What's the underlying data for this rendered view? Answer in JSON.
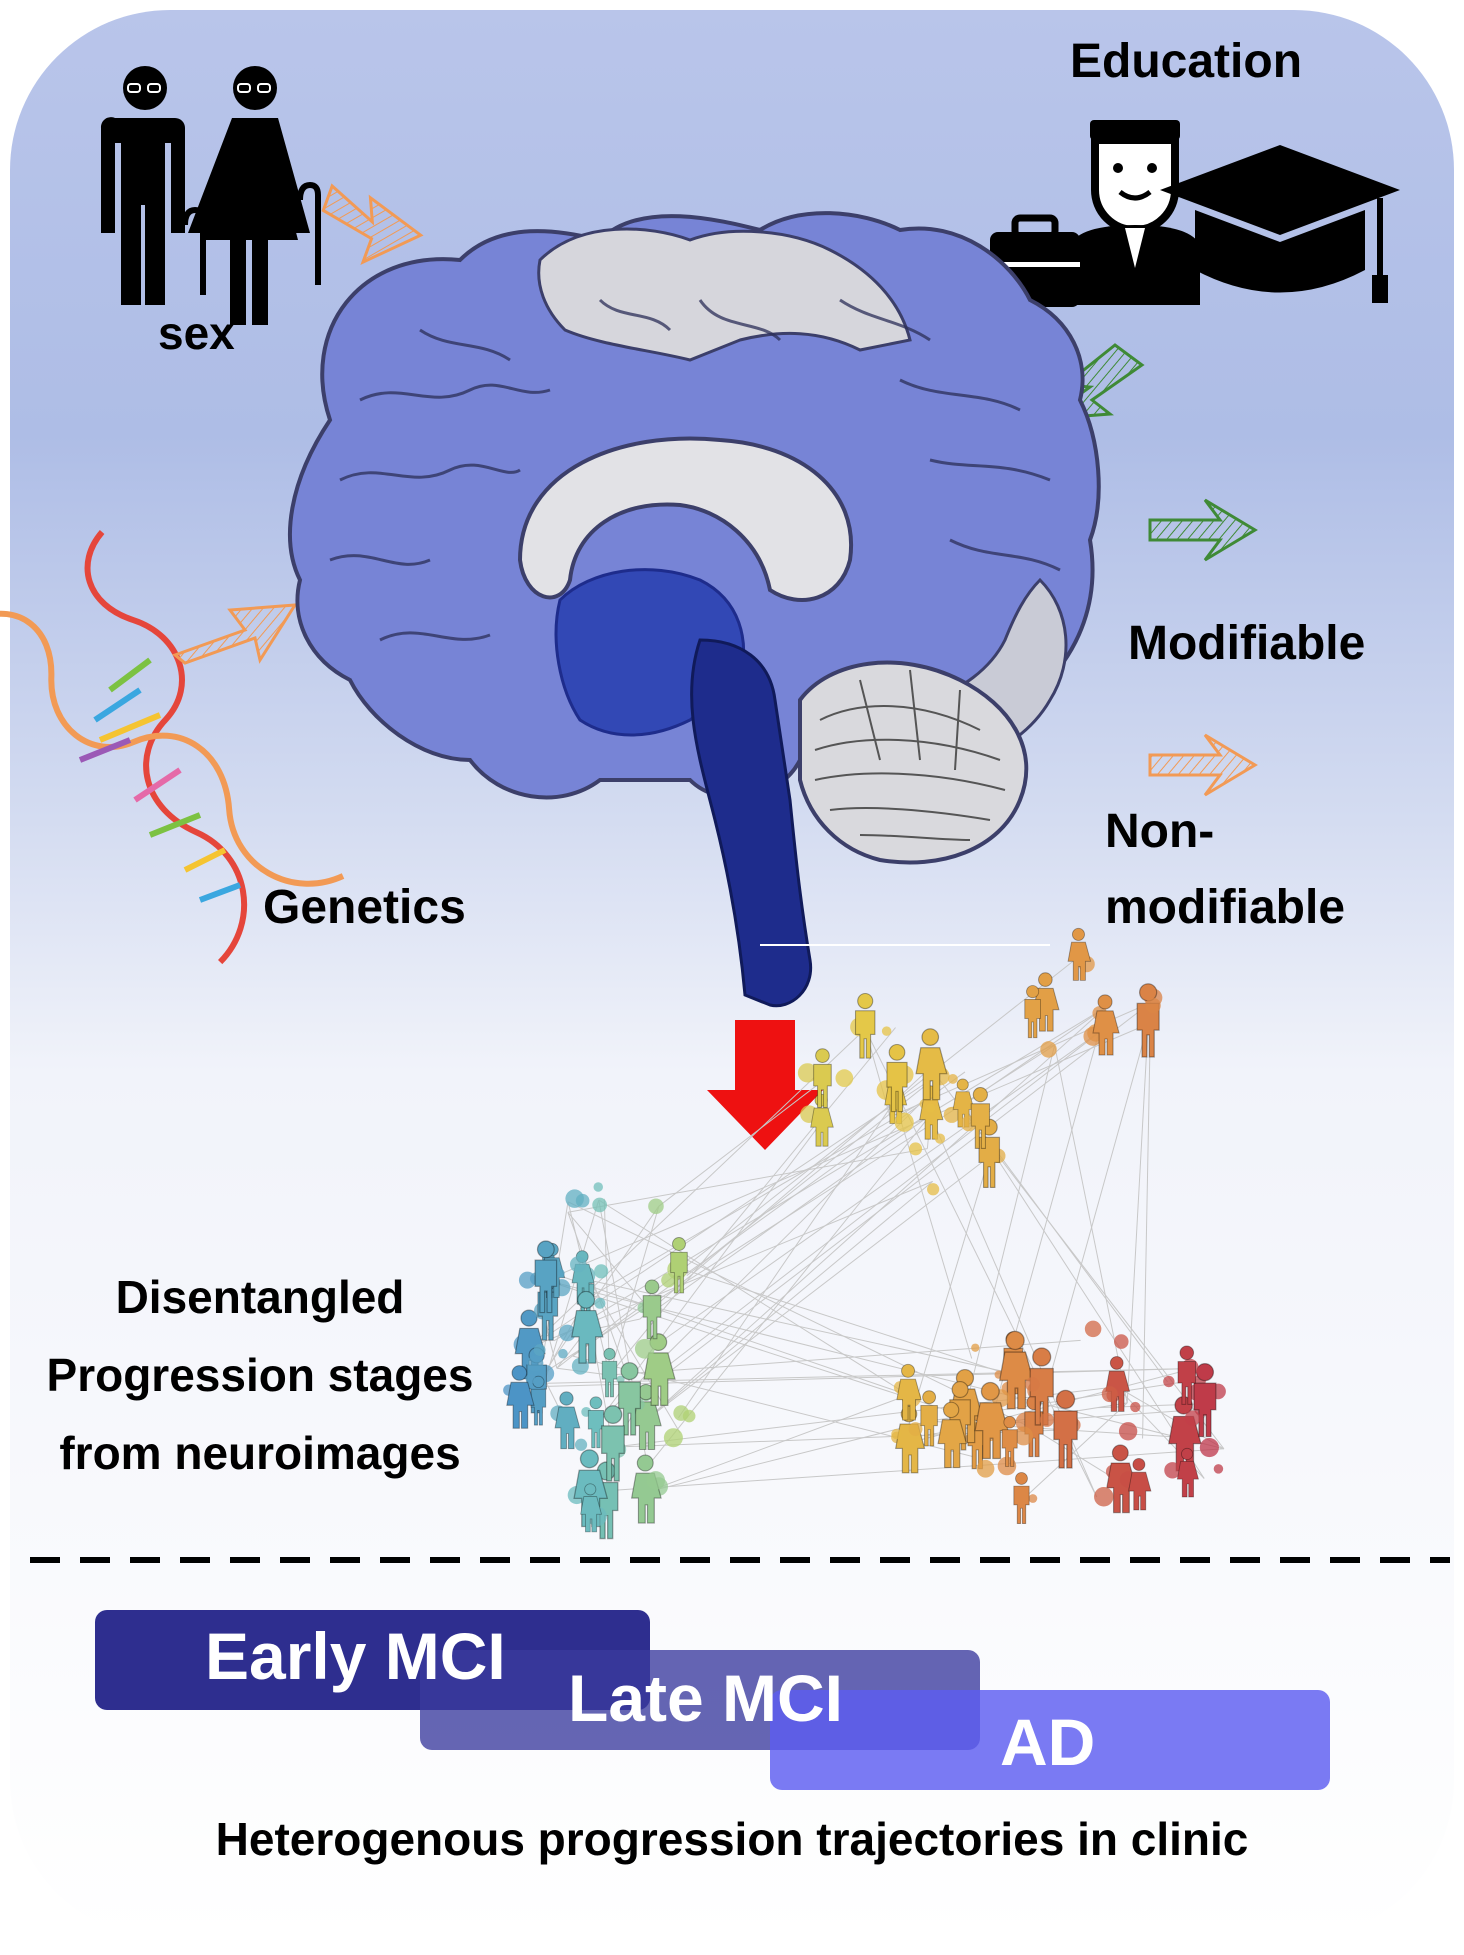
{
  "labels": {
    "education": "Education",
    "sex": "sex",
    "modifiable": "Modifiable",
    "non_modifiable_line1": "Non-",
    "non_modifiable_line2": "modifiable",
    "genetics": "Genetics",
    "disentangled_line1": "Disentangled",
    "disentangled_line2": "Progression stages",
    "disentangled_line3": "from neuroimages",
    "caption": "Heterogenous progression trajectories in clinic"
  },
  "stages": [
    {
      "label": "Early MCI",
      "color": "#1c1c86"
    },
    {
      "label": "Late MCI",
      "color": "#4a4aa6"
    },
    {
      "label": "AD",
      "color": "#6f6ff5"
    }
  ],
  "colors": {
    "background_top": "#b8c4ea",
    "brain_fill": "#7381d6",
    "brainstem_fill": "#1e2c8c",
    "red_arrow": "#ee1111",
    "arrow_orange": "#f29a55",
    "arrow_green": "#3f8a36"
  },
  "icons": {
    "sex": "elderly-couple-icon",
    "education": "graduate-icon",
    "genetics": "dna-icon"
  }
}
